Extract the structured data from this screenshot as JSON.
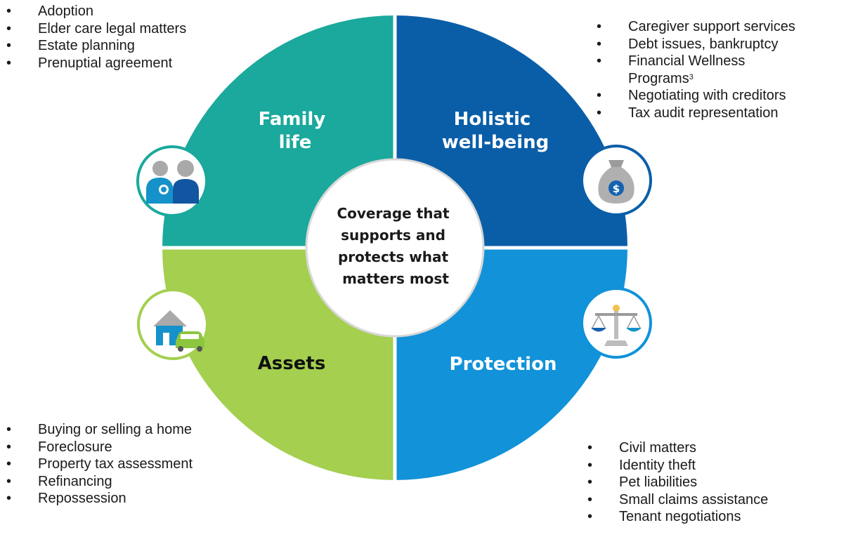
{
  "center": {
    "lines": [
      "Coverage that",
      "supports and",
      "protects what",
      "matters most"
    ]
  },
  "quadrants": {
    "family": {
      "lines": [
        "Family",
        "life"
      ],
      "color": "#1AA99C",
      "icon": "family-people-icon"
    },
    "holistic": {
      "lines": [
        "Holistic",
        "well-being"
      ],
      "color": "#0A5EA8",
      "icon": "money-bag-icon"
    },
    "assets": {
      "lines": [
        "Assets"
      ],
      "color": "#A4CF4F",
      "icon": "house-car-icon"
    },
    "protection": {
      "lines": [
        "Protection"
      ],
      "color": "#1192D9",
      "icon": "scales-of-justice-icon"
    }
  },
  "lists": {
    "family": [
      "Adoption",
      "Elder care legal matters",
      "Estate planning",
      "Prenuptial agreement"
    ],
    "holistic": [
      "Caregiver support services",
      "Debt issues, bankruptcy",
      "Financial Wellness\nPrograms",
      "Negotiating with creditors",
      "Tax audit representation"
    ],
    "holistic_footnote": "3",
    "assets": [
      "Buying or selling a home",
      "Foreclosure",
      "Property tax assessment",
      "Refinancing",
      "Repossession"
    ],
    "protection": [
      "Civil matters",
      "Identity theft",
      "Pet liabilities",
      "Small claims assistance",
      "Tenant negotiations"
    ]
  },
  "bullet": "•"
}
